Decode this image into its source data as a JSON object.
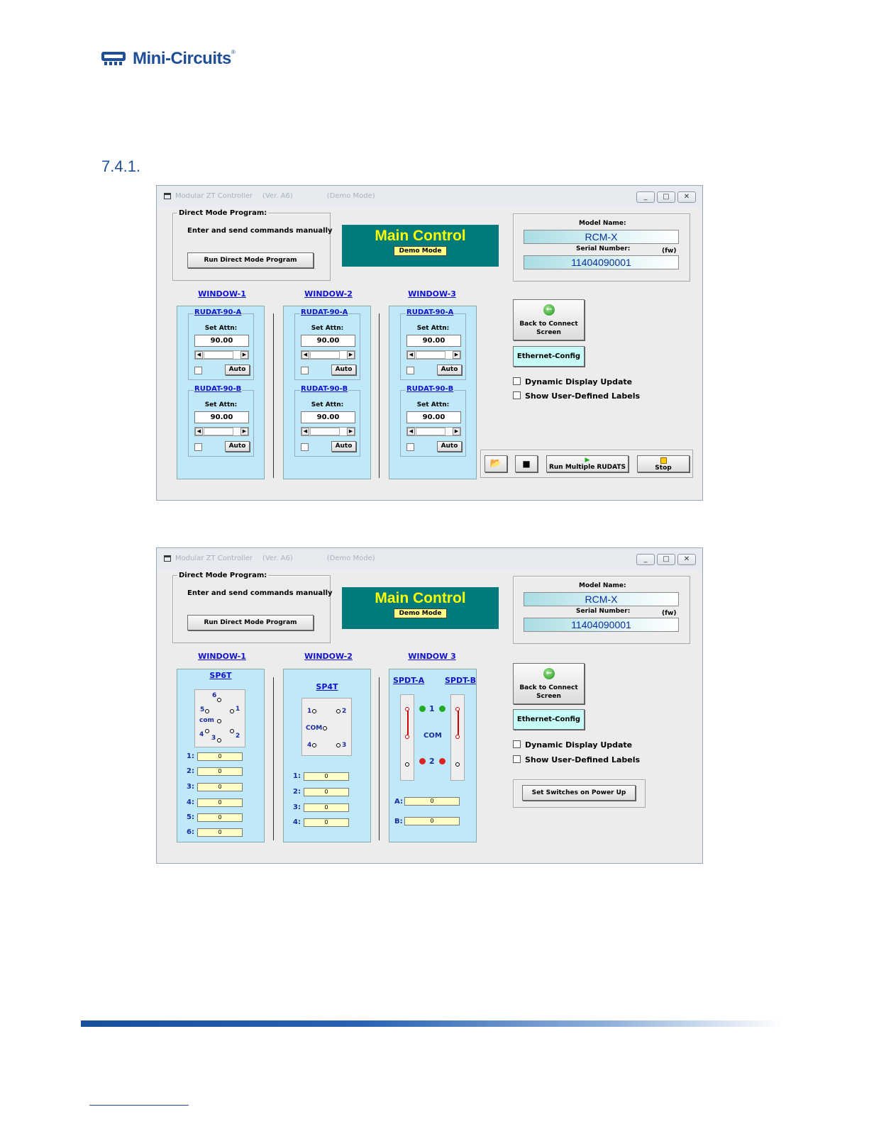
{
  "brand": {
    "logo_text": "Mini-Circuits",
    "reg_mark": "®",
    "color": "#1f4e96"
  },
  "section_number": "7.4.1.",
  "window": {
    "title": "Modular ZT Controller",
    "version": "(Ver. A6)",
    "mode": "(Demo Mode)",
    "min_icon": "minimize-icon",
    "max_icon": "maximize-icon",
    "close_icon": "close-icon"
  },
  "direct_mode": {
    "legend": "Direct Mode Program:",
    "description": "Enter and send commands manually",
    "button": "Run Direct Mode Program"
  },
  "main_control": {
    "title": "Main Control",
    "badge": "Demo Mode"
  },
  "model": {
    "name_label": "Model Name:",
    "name_value": "RCM-X",
    "serial_label": "Serial Number:",
    "fw_label": "(fw)",
    "serial_value": "11404090001"
  },
  "windows": [
    "WINDOW-1",
    "WINDOW-2",
    "WINDOW-3"
  ],
  "attenuators": [
    {
      "modules": [
        {
          "name": "RUDAT-90-A",
          "label": "Set Attn:",
          "value": "90.00",
          "auto": "Auto"
        },
        {
          "name": "RUDAT-90-B",
          "label": "Set Attn:",
          "value": "90.00",
          "auto": "Auto"
        }
      ]
    },
    {
      "modules": [
        {
          "name": "RUDAT-90-A",
          "label": "Set Attn:",
          "value": "90.00",
          "auto": "Auto"
        },
        {
          "name": "RUDAT-90-B",
          "label": "Set Attn:",
          "value": "90.00",
          "auto": "Auto"
        }
      ]
    },
    {
      "modules": [
        {
          "name": "RUDAT-90-A",
          "label": "Set Attn:",
          "value": "90.00",
          "auto": "Auto"
        },
        {
          "name": "RUDAT-90-B",
          "label": "Set Attn:",
          "value": "90.00",
          "auto": "Auto"
        }
      ]
    }
  ],
  "side": {
    "back_button": "Back to Connect Screen",
    "back_icon": "back-arrow-icon",
    "ethernet_button": "Ethernet-Config",
    "dynamic_update": "Dynamic Display Update",
    "user_labels": "Show User-Defined Labels",
    "power_up_button": "Set Switches on Power Up"
  },
  "toolbar": {
    "open_icon": "folder-open-icon",
    "save_icon": "floppy-disk-icon",
    "run_label": "Run Multiple RUDATS",
    "run_icon": "play-icon",
    "stop_label": "Stop",
    "stop_icon": "stop-icon"
  },
  "switches": {
    "window2_links": [
      "WINDOW-1",
      "WINDOW-2",
      "WINDOW 3"
    ],
    "sp6t": {
      "name": "SP6T",
      "ports": [
        "1",
        "2",
        "3",
        "4",
        "5",
        "6"
      ],
      "com": "com",
      "rows": [
        {
          "label": "1:",
          "value": "0"
        },
        {
          "label": "2:",
          "value": "0"
        },
        {
          "label": "3:",
          "value": "0"
        },
        {
          "label": "4:",
          "value": "0"
        },
        {
          "label": "5:",
          "value": "0"
        },
        {
          "label": "6:",
          "value": "0"
        }
      ]
    },
    "sp4t": {
      "name": "SP4T",
      "ports": [
        "1",
        "2",
        "3",
        "4"
      ],
      "com": "COM",
      "rows": [
        {
          "label": "1:",
          "value": "0"
        },
        {
          "label": "2:",
          "value": "0"
        },
        {
          "label": "3:",
          "value": "0"
        },
        {
          "label": "4:",
          "value": "0"
        }
      ]
    },
    "spdt": {
      "name_a": "SPDT-A",
      "name_b": "SPDT-B",
      "port1": "1",
      "port2": "2",
      "com": "COM",
      "rows": [
        {
          "label": "A:",
          "value": "0"
        },
        {
          "label": "B:",
          "value": "0"
        }
      ],
      "colors": {
        "port1": "#22aa22",
        "port2": "#dd2222",
        "link": "#cc0000"
      }
    }
  },
  "colors": {
    "panel": "#bfe9f8",
    "main_control": "#007a7a",
    "title_yellow": "#ffff00",
    "link_blue": "#1111cc"
  }
}
